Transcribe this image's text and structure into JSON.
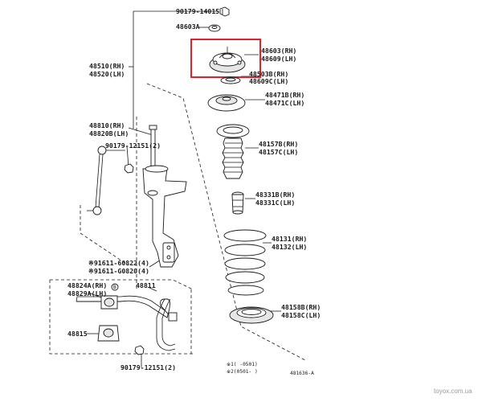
{
  "labels": {
    "nut_top": "90179-14015",
    "cap": "48603A",
    "support_rh": "48603(RH)",
    "support_lh": "48609(LH)",
    "bearing_rh": "48503B(RH)",
    "bearing_lh": "48609C(LH)",
    "seat_rh": "48471B(RH)",
    "seat_lh": "48471C(LH)",
    "absorber_rh": "48510(RH)",
    "absorber_lh": "48520(LH)",
    "link_rh": "48810(RH)",
    "link_lh": "48820B(LH)",
    "nut_link": "90179-12151(2)",
    "boot_rh": "48157B(RH)",
    "boot_lh": "48157C(LH)",
    "bumper_rh": "48331B(RH)",
    "bumper_lh": "48331C(LH)",
    "spring_rh": "48131(RH)",
    "spring_lh": "48132(LH)",
    "bolt_1": "※91611-60822(4)",
    "bolt_2": "※91611-G0820(4)",
    "bushing_rh": "48824A(RH)",
    "bushing_lh": "48829A(LH)",
    "bushing_marker": "B",
    "stabilizer": "48811",
    "bracket": "48815",
    "lower_seat_rh": "48158B(RH)",
    "lower_seat_lh": "48158C(LH)",
    "nut_bottom": "90179-12151(2)",
    "note_1": "※1(  -0501)",
    "note_2": "※2(0501-  )",
    "diagram_id": "481636-A"
  },
  "watermark": "toyox.com.ua",
  "colors": {
    "highlight": "#e0202a",
    "ink": "#1a1a1a",
    "watermark": "#9a9a9a"
  }
}
